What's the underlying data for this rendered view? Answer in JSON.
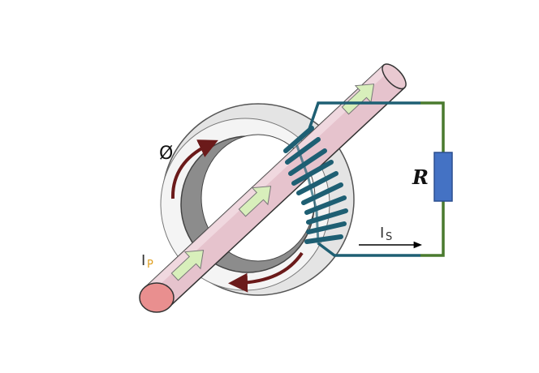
{
  "labels": {
    "resistor": "R",
    "flux": "Ø",
    "primary_current": "I",
    "primary_sub": "P",
    "secondary_current": "I",
    "secondary_sub": "S"
  },
  "colors": {
    "core_outer": "#e6e6e6",
    "core_inner": "#8a8a8a",
    "conductor": "#e8c2cc",
    "conductor_end": "#e88a8a",
    "winding": "#1e5f73",
    "lead": "#4a7a2e",
    "resistor": "#4472c4",
    "flux_arrow": "#6b1a1a",
    "current_arrow": "#d6ecb8"
  },
  "icons": {
    "current_arrows": "arrow-up-right-icon",
    "flux_arrows": "curved-arrow-icon",
    "secondary_arrow": "arrow-right-icon"
  }
}
